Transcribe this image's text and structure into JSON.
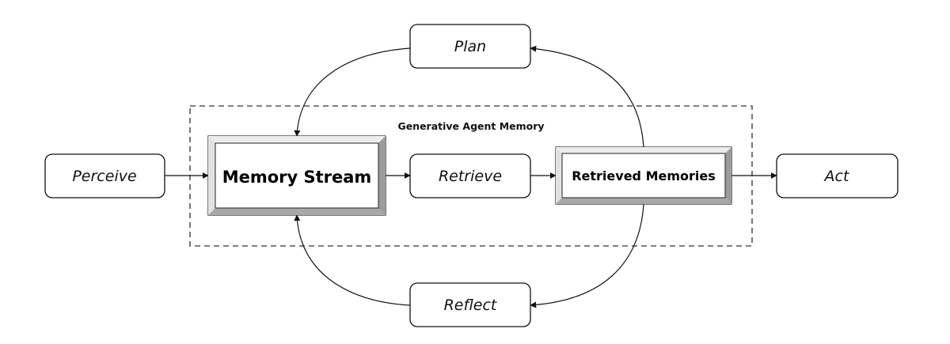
{
  "diagram": {
    "group_label": "Generative Agent Memory",
    "nodes": {
      "perceive": "Perceive",
      "memory_stream": "Memory Stream",
      "retrieve": "Retrieve",
      "retrieved_memories": "Retrieved Memories",
      "act": "Act",
      "plan": "Plan",
      "reflect": "Reflect"
    }
  }
}
